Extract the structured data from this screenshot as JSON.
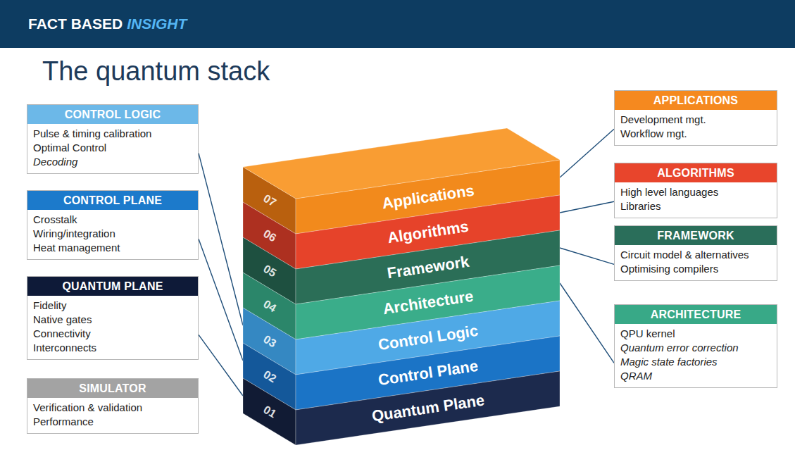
{
  "diagram": {
    "title": "The quantum stack",
    "nodes": [
      {
        "text": [
          "FACT BASED",
          "INSIGHT"
        ]
      },
      {
        "text": [
          "CONTROL LOGIC",
          "Pulse & timing calibration",
          "Optimal Control",
          "Decoding"
        ]
      },
      {
        "text": [
          "CONTROL PLANE",
          "Crosstalk",
          "Wiring/integration",
          "Heat management"
        ]
      },
      {
        "text": [
          "QUANTUM PLANE",
          "Fidelity",
          "Native gates",
          "Connectivity",
          "Interconnects"
        ]
      },
      {
        "text": [
          "SIMULATOR",
          "Verification & validation",
          "Performance"
        ]
      },
      {
        "text": [
          "07",
          "Applications"
        ]
      },
      {
        "text": [
          "06",
          "Algorithms"
        ]
      },
      {
        "text": [
          "05",
          "Framework"
        ]
      },
      {
        "text": [
          "04",
          "Architecture"
        ]
      },
      {
        "text": [
          "03",
          "Control Logic"
        ]
      },
      {
        "text": [
          "02",
          "Control Plane"
        ]
      },
      {
        "text": [
          "01",
          "Quantum Plane"
        ]
      },
      {
        "text": [
          "APPLICATIONS",
          "Development mgt.",
          "Workflow mgt."
        ]
      },
      {
        "text": [
          "ALGORITHMS",
          "High level languages",
          "Libraries"
        ]
      },
      {
        "text": [
          "FRAMEWORK",
          "Circuit model & alternatives",
          "Optimising compilers"
        ]
      },
      {
        "text": [
          "ARCHITECTURE",
          "QPU kernel",
          "Quantum error correction",
          "Magic state factories",
          "QRAM"
        ]
      }
    ],
    "edges": [
      {
        "from": 1,
        "to": 9,
        "arrow": "none"
      },
      {
        "from": 2,
        "to": 10,
        "arrow": "none"
      },
      {
        "from": 3,
        "to": 11,
        "arrow": "none"
      },
      {
        "from": 12,
        "to": 5,
        "arrow": "none"
      },
      {
        "from": 13,
        "to": 6,
        "arrow": "none"
      },
      {
        "from": 14,
        "to": 7,
        "arrow": "none"
      },
      {
        "from": 15,
        "to": 8,
        "arrow": "none"
      }
    ]
  }
}
